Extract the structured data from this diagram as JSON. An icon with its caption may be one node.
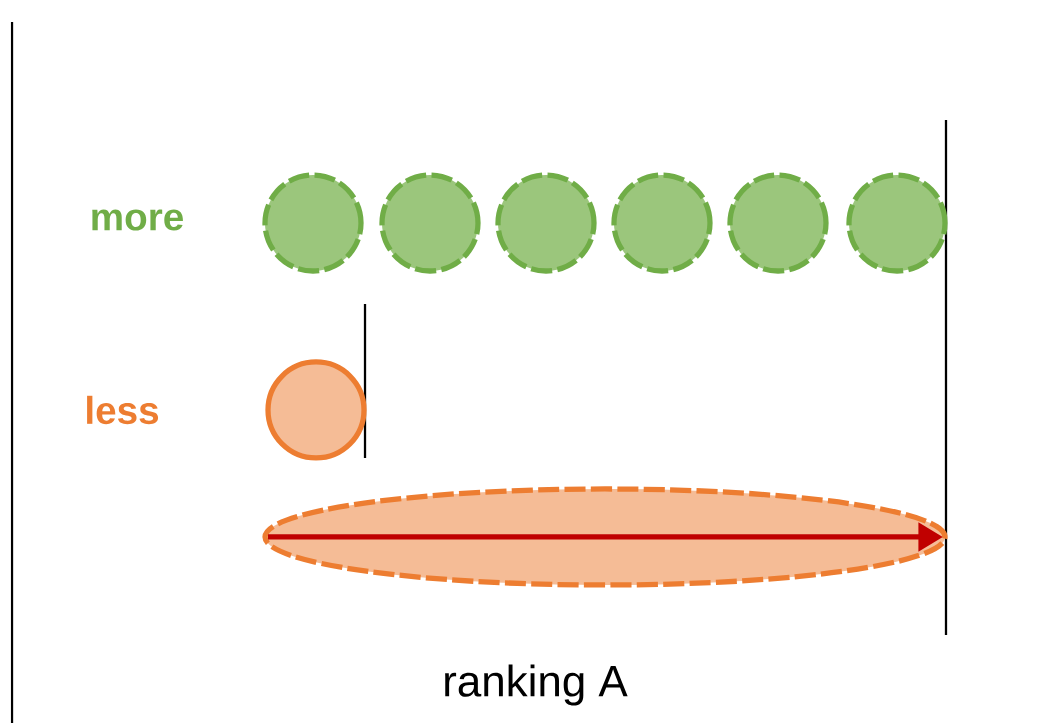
{
  "diagram": {
    "nodes": [
      {
        "text": [],
        "shape": "circle"
      },
      {
        "text": [],
        "shape": "circle"
      },
      {
        "text": [],
        "shape": "circle"
      },
      {
        "text": [],
        "shape": "circle"
      },
      {
        "text": [],
        "shape": "circle"
      },
      {
        "text": [],
        "shape": "circle"
      },
      {
        "text": [],
        "shape": "circle"
      },
      {
        "text": [],
        "shape": "ellipse"
      }
    ],
    "labels": [
      "more",
      "less",
      "ranking A"
    ]
  }
}
